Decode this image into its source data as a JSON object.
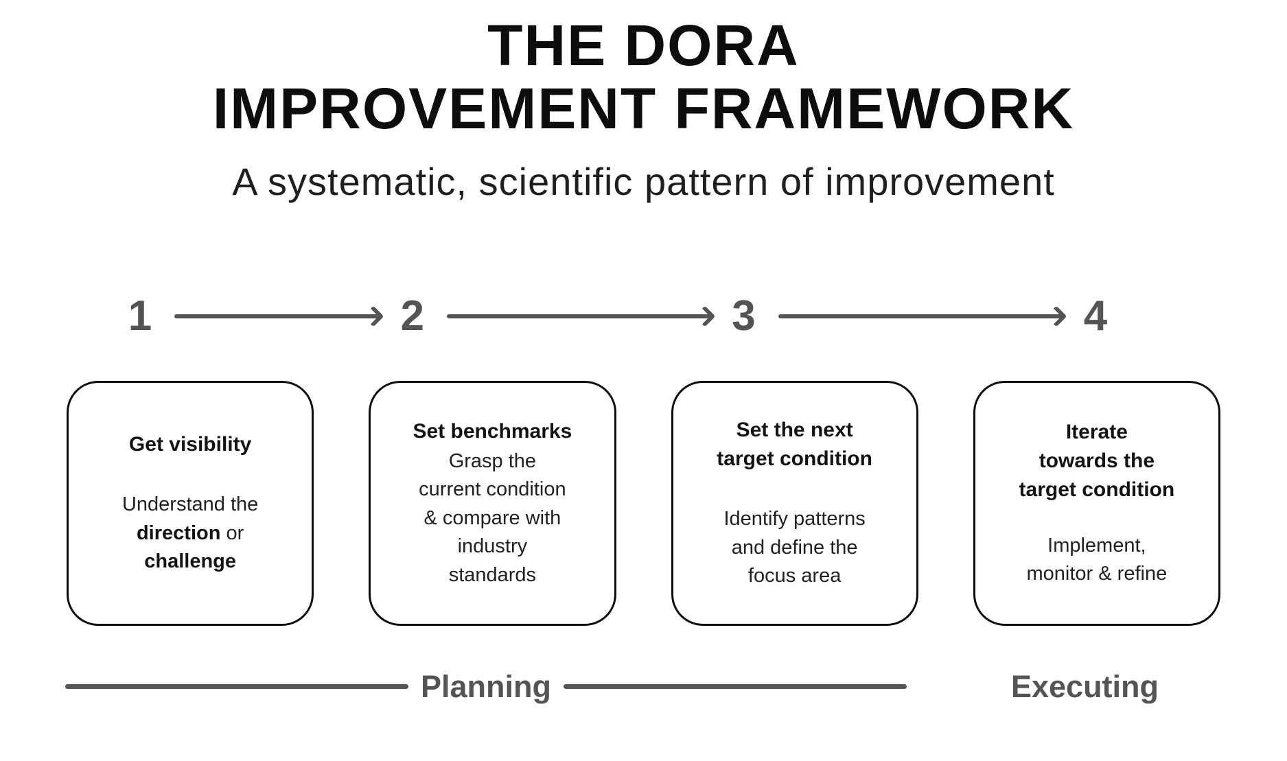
{
  "title": {
    "line1": "THE DORA",
    "line2": "IMPROVEMENT FRAMEWORK"
  },
  "subtitle": "A systematic, scientific pattern of improvement",
  "steps": [
    {
      "number": "1",
      "heading": "Get visibility",
      "body": [
        {
          "text": "Understand the\n",
          "bold": false
        },
        {
          "text": "direction",
          "bold": true
        },
        {
          "text": " or\n",
          "bold": false
        },
        {
          "text": "challenge",
          "bold": true
        }
      ]
    },
    {
      "number": "2",
      "heading": "Set benchmarks",
      "body": [
        {
          "text": "Grasp the\ncurrent condition\n& compare with\nindustry\nstandards",
          "bold": false
        }
      ]
    },
    {
      "number": "3",
      "heading": "Set the next\ntarget condition",
      "body": [
        {
          "text": "Identify patterns\nand define the\nfocus area",
          "bold": false
        }
      ]
    },
    {
      "number": "4",
      "heading": "Iterate\ntowards the\ntarget condition",
      "body": [
        {
          "text": "Implement,\nmonitor & refine",
          "bold": false
        }
      ]
    }
  ],
  "phases": {
    "planning": "Planning",
    "executing": "Executing"
  },
  "colors": {
    "ink": "#0d0d0d",
    "body_text": "#212121",
    "gray_accent": "#545454",
    "background": "#ffffff",
    "card_border": "#0d0d0d"
  }
}
